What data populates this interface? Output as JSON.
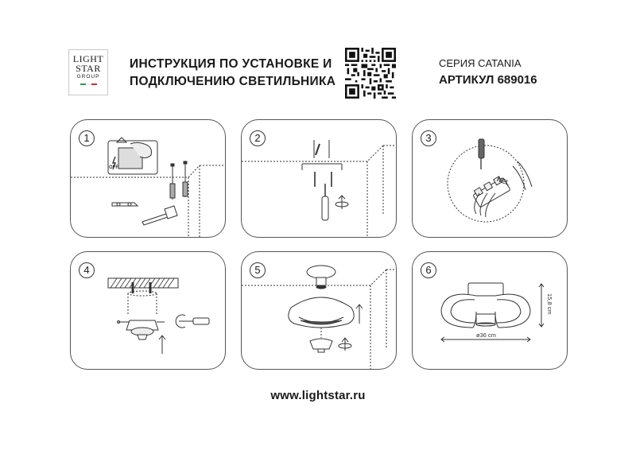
{
  "logo": {
    "line1": "LIGHT",
    "line2": "STAR",
    "line3": "GROUP",
    "flag_colors": [
      "#2e9e4a",
      "#ffffff",
      "#d8262c"
    ]
  },
  "header": {
    "title_line1": "ИНСТРУКЦИЯ ПО УСТАНОВКЕ И",
    "title_line2": "ПОДКЛЮЧЕНИЮ СВЕТИЛЬНИКА",
    "series": "СЕРИЯ CATANIA",
    "article": "АРТИКУЛ 689016"
  },
  "steps": [
    {
      "number": "1",
      "switch_label": "OFF"
    },
    {
      "number": "2"
    },
    {
      "number": "3",
      "terminal_label": "NEL"
    },
    {
      "number": "4"
    },
    {
      "number": "5"
    },
    {
      "number": "6",
      "diameter_label": "ø36 cm",
      "height_label": "15,8 cm"
    }
  ],
  "footer": {
    "website": "www.lightstar.ru"
  },
  "colors": {
    "line": "#333333",
    "panel_border": "#555555"
  }
}
